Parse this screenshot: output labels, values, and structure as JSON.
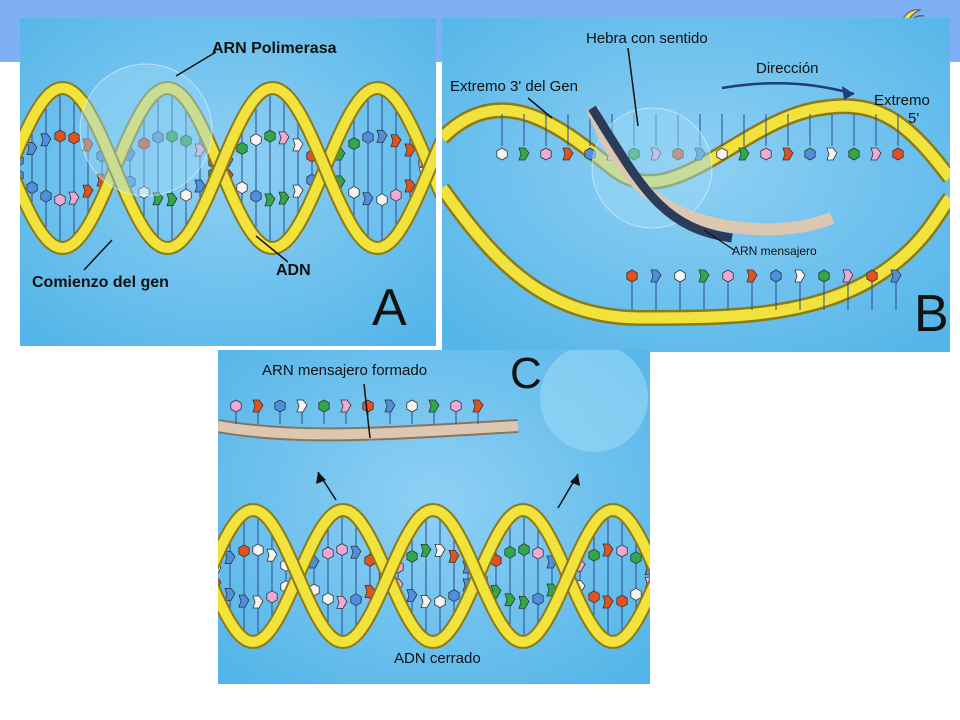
{
  "colors": {
    "banner": "#7fb0f6",
    "water": "#54b5e8",
    "water_light": "#8fd0f4",
    "ribbon": "#f2e23c",
    "ribbon_edge": "#8b7a1a",
    "base_red": "#e0521f",
    "base_green": "#2fa84a",
    "base_blue": "#4d8fe0",
    "base_pink": "#f0a9d6",
    "base_white": "#f4f4f4",
    "rna_strand": "#dcc8b0"
  },
  "panel_a": {
    "letter": "A",
    "labels": {
      "polymerase": "ARN Polimerasa",
      "gene_start": "Comienzo del gen",
      "dna": "ADN"
    }
  },
  "panel_b": {
    "letter": "B",
    "labels": {
      "sense_strand": "Hebra con sentido",
      "gene_3_end": "Extremo 3' del Gen",
      "direction": "Dirección",
      "end_5_line1": "Extremo",
      "end_5_line2": "5'",
      "mrna": "ARN mensajero"
    }
  },
  "panel_c": {
    "letter": "C",
    "labels": {
      "mrna_formed": "ARN mensajero formado",
      "closed_dna": "ADN cerrado"
    }
  }
}
